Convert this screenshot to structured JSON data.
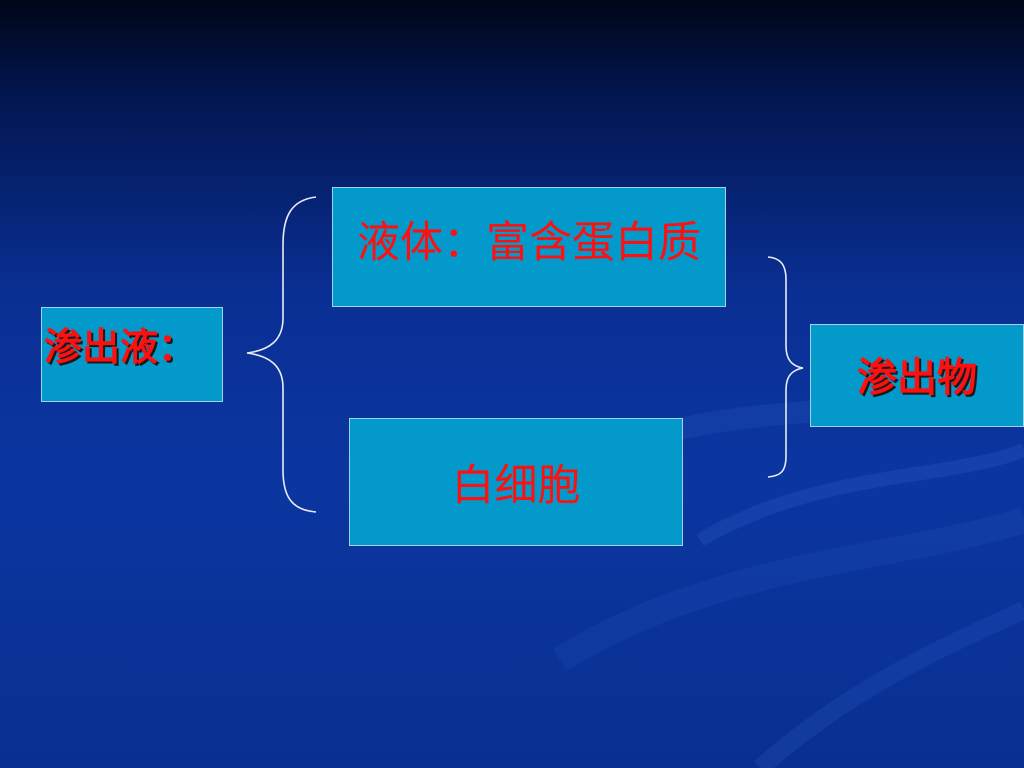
{
  "nodes": {
    "exudate": "渗出液：",
    "fluid": "液体：富含蛋白质",
    "wbc": "白细胞",
    "exudates": "渗出物"
  },
  "colors": {
    "box_fill": "#0399cb",
    "text": "#ff1010",
    "background": "#0a2f94"
  }
}
